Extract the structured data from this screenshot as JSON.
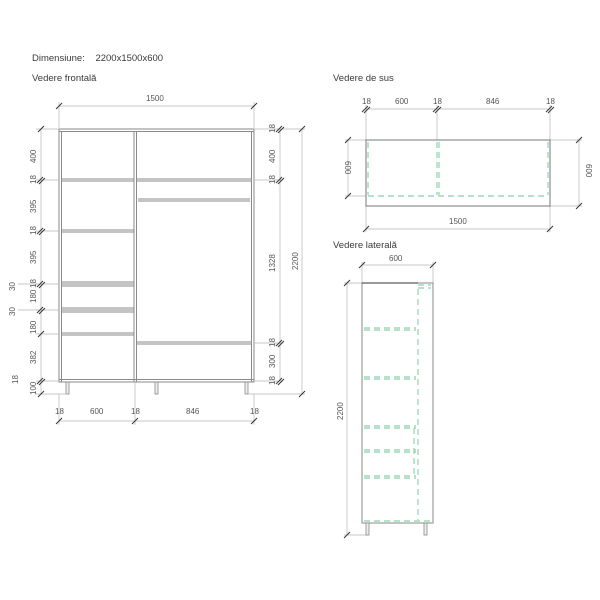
{
  "header": {
    "dimension_label": "Dimensiune:",
    "dimension_value": "2200x1500x600"
  },
  "colors": {
    "outline": "#7a7a7a",
    "panel": "#9a9a9a",
    "dim_line": "#b5b5b5",
    "hidden_line": "#3cb371",
    "text": "#555555"
  },
  "front_view": {
    "title": "Vedere frontală",
    "overall_width": "1500",
    "overall_height": "2200",
    "bottom_dims": [
      "18",
      "600",
      "18",
      "846",
      "18"
    ],
    "left_dims": [
      "18",
      "400",
      "18",
      "395",
      "18",
      "395",
      "18",
      "180",
      "18",
      "180",
      "18",
      "382",
      "18",
      "100"
    ],
    "left_callouts": [
      "30",
      "30"
    ],
    "right_dims": [
      "18",
      "400",
      "18",
      "1328",
      "18",
      "300",
      "18"
    ]
  },
  "top_view": {
    "title": "Vedere de sus",
    "top_dims": [
      "18",
      "600",
      "18",
      "846",
      "18"
    ],
    "overall_width": "1500",
    "left_depth": "600",
    "right_depth": "600"
  },
  "side_view": {
    "title": "Vedere laterală",
    "depth": "600",
    "height": "2200"
  }
}
